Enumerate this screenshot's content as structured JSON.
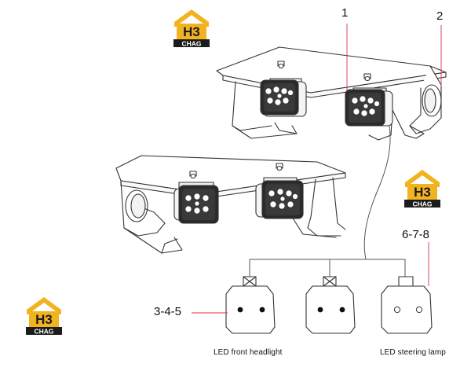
{
  "brand": {
    "name": "H3",
    "subtext": "CHAG",
    "colors": {
      "yellow": "#f2b320",
      "dark": "#1b1b1b",
      "ink": "#333333",
      "callout": "#d9304a"
    }
  },
  "callouts": {
    "one": "1",
    "two": "2",
    "front_group": "3-4-5",
    "steering_group": "6-7-8"
  },
  "captions": {
    "front_headlight": "LED front headlight",
    "steering_lamp": "LED steering lamp"
  }
}
